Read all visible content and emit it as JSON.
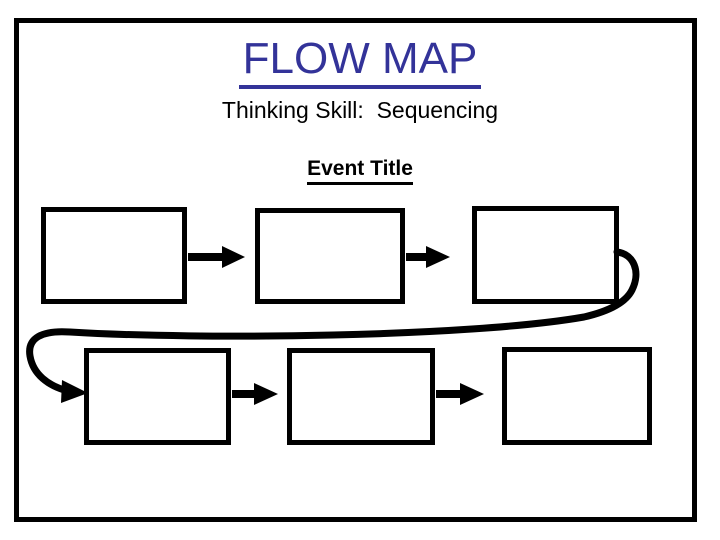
{
  "slide": {
    "main_title": "FLOW MAP",
    "subtitle": "Thinking Skill:  Sequencing",
    "event_title": "Event Title",
    "title_color": "#333399",
    "text_color": "#000000",
    "frame_color": "#000000",
    "background_color": "#ffffff"
  },
  "boxes": [
    {
      "id": "box-1",
      "label": "",
      "sequence": 1
    },
    {
      "id": "box-2",
      "label": "",
      "sequence": 2
    },
    {
      "id": "box-3",
      "label": "",
      "sequence": 3
    },
    {
      "id": "box-4",
      "label": "",
      "sequence": 4
    },
    {
      "id": "box-5",
      "label": "",
      "sequence": 5
    },
    {
      "id": "box-6",
      "label": "",
      "sequence": 6
    }
  ],
  "connectors": [
    {
      "name": "arrow-box1-to-box2",
      "type": "straight-arrow",
      "from": "box-1",
      "to": "box-2"
    },
    {
      "name": "arrow-box2-to-box3",
      "type": "straight-arrow",
      "from": "box-2",
      "to": "box-3"
    },
    {
      "name": "arrow-box3-to-box4",
      "type": "curved-wrap-arrow",
      "from": "box-3",
      "to": "box-4"
    },
    {
      "name": "arrow-box4-to-box5",
      "type": "straight-arrow",
      "from": "box-4",
      "to": "box-5"
    },
    {
      "name": "arrow-box5-to-box6",
      "type": "straight-arrow",
      "from": "box-5",
      "to": "box-6"
    }
  ]
}
